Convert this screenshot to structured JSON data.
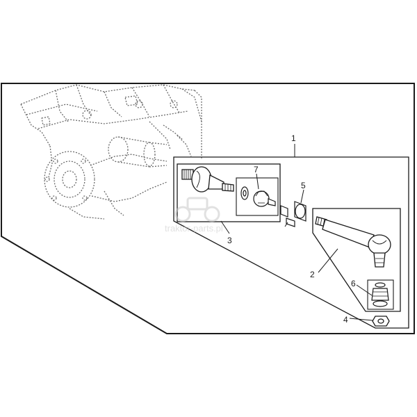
{
  "diagram": {
    "callouts": {
      "c1": "1",
      "c2": "2",
      "c3": "3",
      "c4": "4",
      "c5": "5",
      "c6": "6",
      "c7": "7"
    },
    "watermark": "traktor-parts.pl",
    "colors": {
      "ink": "#1a1a1a",
      "dotted": "#6a6a6a",
      "watermark": "#c9c9c9"
    }
  }
}
